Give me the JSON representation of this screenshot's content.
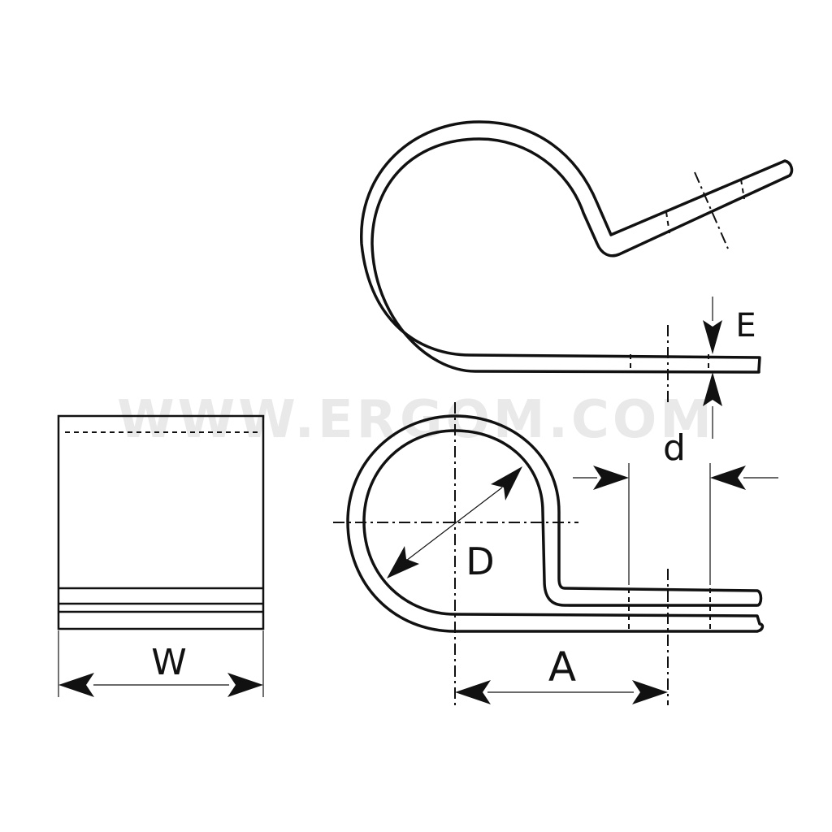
{
  "watermark": "WWW.ERGOM.COM",
  "dimensions": {
    "W": "W",
    "D": "D",
    "A": "A",
    "E": "E",
    "d": "d"
  }
}
